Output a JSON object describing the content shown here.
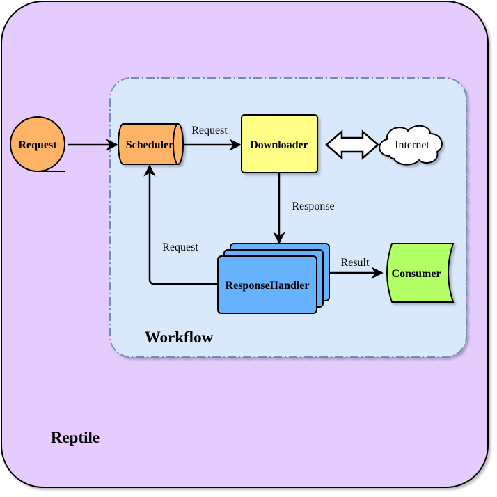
{
  "outer": {
    "label": "Reptile",
    "fill": "#e5ccff"
  },
  "workflow": {
    "label": "Workflow",
    "fill": "#dae8fc",
    "stroke": "#6c8ebf"
  },
  "nodes": {
    "request": {
      "label": "Request",
      "fill": "#ffb366"
    },
    "scheduler": {
      "label": "Scheduler",
      "fill": "#ffb366"
    },
    "downloader": {
      "label": "Downloader",
      "fill": "#ffff88"
    },
    "internet": {
      "label": "Internet",
      "fill": "#ffffff"
    },
    "response_handler": {
      "label": "ResponseHandler",
      "fill": "#66b2ff"
    },
    "consumer": {
      "label": "Consumer",
      "fill": "#b3ff66"
    }
  },
  "edges": {
    "scheduler_to_downloader": "Request",
    "downloader_to_handler": "Response",
    "handler_to_scheduler": "Request",
    "handler_to_consumer": "Result"
  }
}
